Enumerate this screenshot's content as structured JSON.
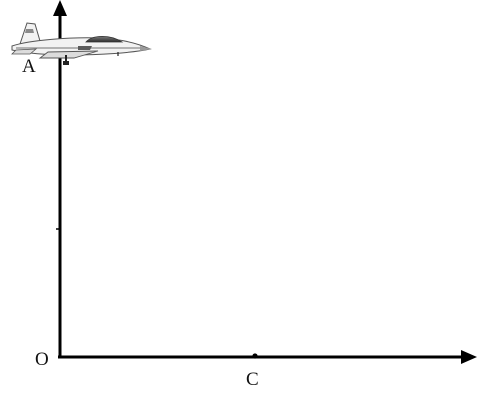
{
  "labels": {
    "origin": "O",
    "point_a": "A",
    "point_c": "C"
  },
  "icons": {
    "aircraft": "jet-plane-icon"
  },
  "colors": {
    "axis": "#000000",
    "plane_body": "#f2f2f2",
    "plane_outline": "#555555",
    "plane_canopy": "#3c3c3c"
  }
}
